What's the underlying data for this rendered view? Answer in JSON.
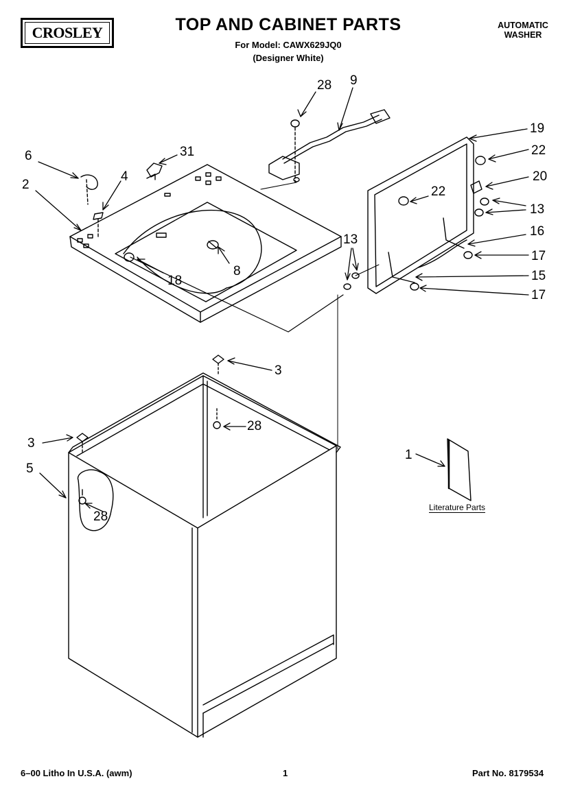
{
  "header": {
    "brand": "CROSLEY",
    "title": "TOP AND CABINET PARTS",
    "model_line": "For Model: CAWX629JQ0",
    "color_line": "(Designer White)",
    "product_type_line1": "AUTOMATIC",
    "product_type_line2": "WASHER"
  },
  "callouts": {
    "c28_top": "28",
    "c9": "9",
    "c31": "31",
    "c6": "6",
    "c4": "4",
    "c2": "2",
    "c8": "8",
    "c18": "18",
    "c19": "19",
    "c22_a": "22",
    "c22_b": "22",
    "c20": "20",
    "c13_a": "13",
    "c16": "16",
    "c17_a": "17",
    "c15": "15",
    "c17_b": "17",
    "c13_b": "13",
    "c3_a": "3",
    "c28_b": "28",
    "c3_b": "3",
    "c5": "5",
    "c28_c": "28",
    "c1": "1"
  },
  "literature_label": "Literature Parts",
  "footer": {
    "left": "6–00 Litho In U.S.A. (awm)",
    "center": "1",
    "right": "Part No. 8179534"
  }
}
